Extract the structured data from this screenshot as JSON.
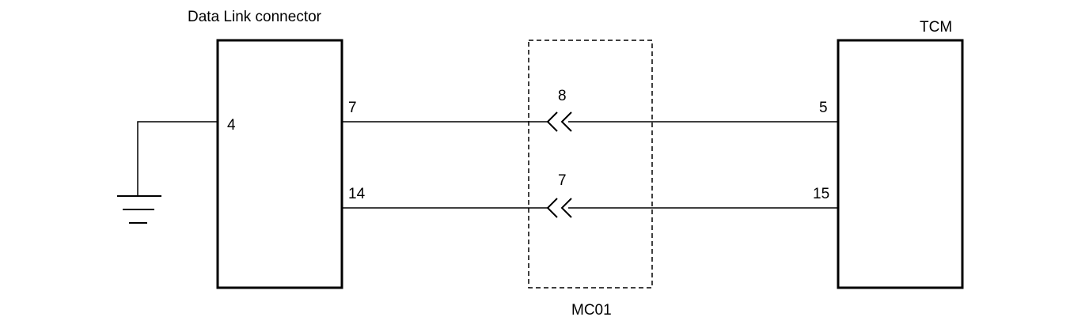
{
  "data_link_connector": {
    "title": "Data Link connector",
    "pins": [
      "4",
      "7",
      "14"
    ]
  },
  "tcm": {
    "title": "TCM",
    "pins": [
      "5",
      "15"
    ]
  },
  "intermediate_connector": {
    "label": "MC01",
    "pins": [
      "8",
      "7"
    ]
  },
  "wires": [
    {
      "from_pin": "7",
      "via_pin": "8",
      "to_pin": "5"
    },
    {
      "from_pin": "14",
      "via_pin": "7",
      "to_pin": "15"
    }
  ],
  "ground": {
    "connected_pin": "4"
  }
}
